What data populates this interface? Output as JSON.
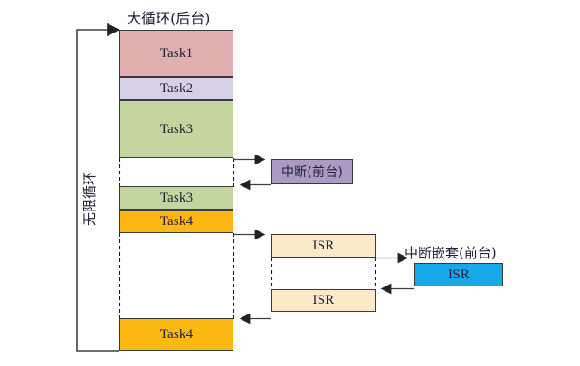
{
  "diagram": {
    "title_main_loop": "大循环(后台)",
    "label_infinite_loop": "无限循环",
    "label_interrupt": "中断(前台)",
    "label_nested_interrupt": "中断嵌套(前台)",
    "colors": {
      "task1": "#e0b0b0",
      "task2": "#d8d0e4",
      "task3": "#c3d6a0",
      "task4": "#fdb813",
      "interrupt": "#ab9bc4",
      "isr": "#fbe9c8",
      "isr_nested": "#18a7e8",
      "border": "#3a3a3a",
      "line": "#404040"
    },
    "tasks": [
      {
        "name": "task1-block",
        "label": "Task1"
      },
      {
        "name": "task2-block",
        "label": "Task2"
      },
      {
        "name": "task3-block",
        "label": "Task3"
      },
      {
        "name": "task3-block-resumed",
        "label": "Task3"
      },
      {
        "name": "task4-block",
        "label": "Task4"
      },
      {
        "name": "task4-block-resumed",
        "label": "Task4"
      }
    ],
    "isr_boxes": [
      {
        "name": "isr-box-first",
        "label": "ISR"
      },
      {
        "name": "isr-box-nested",
        "label": "ISR"
      },
      {
        "name": "isr-box-second",
        "label": "ISR"
      }
    ]
  }
}
